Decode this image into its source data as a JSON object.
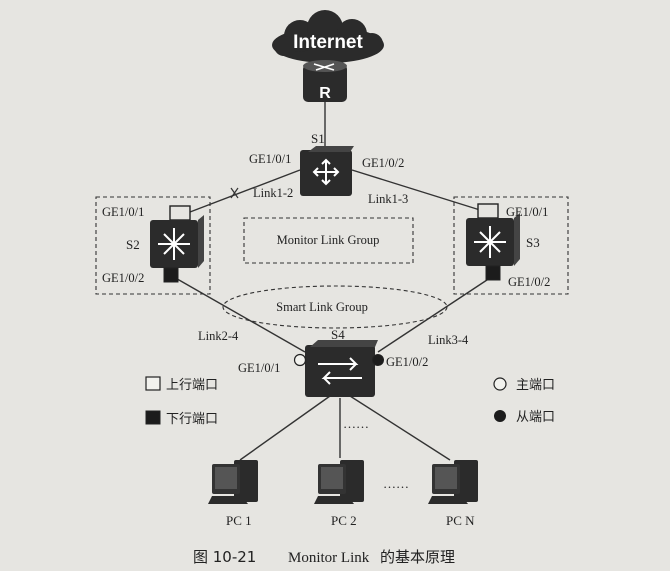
{
  "cloud": {
    "label": "Internet"
  },
  "router": {
    "label": "R"
  },
  "switches": {
    "s1": {
      "name": "S1",
      "port_left": "GE1/0/1",
      "port_right": "GE1/0/2"
    },
    "s2": {
      "name": "S2",
      "port_up": "GE1/0/1",
      "port_down": "GE1/0/2"
    },
    "s3": {
      "name": "S3",
      "port_up": "GE1/0/1",
      "port_down": "GE1/0/2"
    },
    "s4": {
      "name": "S4",
      "port_left": "GE1/0/1",
      "port_right": "GE1/0/2"
    }
  },
  "links": {
    "l12": "Link1-2",
    "l13": "Link1-3",
    "l24": "Link2-4",
    "l34": "Link3-4"
  },
  "groups": {
    "monitor": "Monitor Link Group",
    "smart": "Smart Link Group"
  },
  "legend": {
    "uplink": "上行端口",
    "downlink": "下行端口",
    "master": "主端口",
    "slave": "从端口"
  },
  "pcs": [
    "PC 1",
    "PC 2",
    "PC N"
  ],
  "ellipsis": [
    "……",
    "……"
  ],
  "caption": {
    "figure": "图 10-21",
    "title_en": "Monitor Link",
    "title_cn": "的基本原理"
  },
  "colors": {
    "background": "#e6e5e1",
    "device": "#2b2b2b",
    "line": "#333333"
  }
}
